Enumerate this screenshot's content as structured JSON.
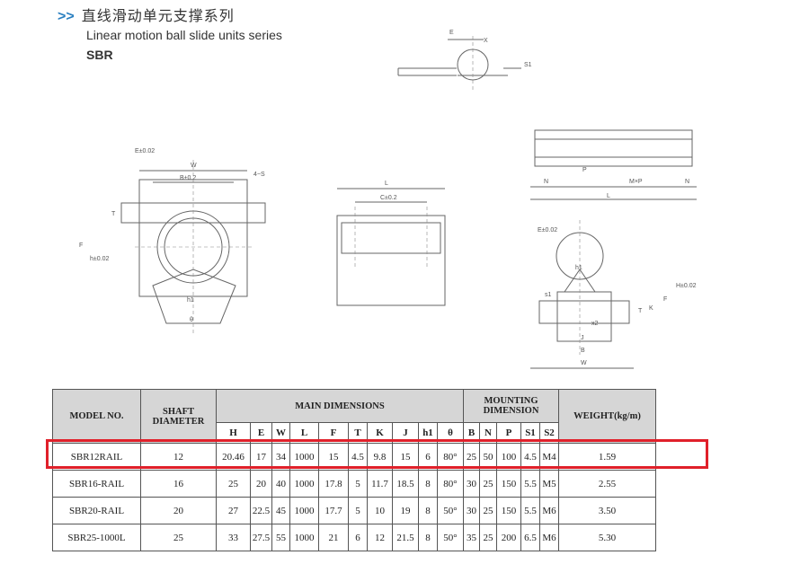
{
  "header": {
    "arrow": ">>",
    "title_cn": "直线滑动单元支撑系列",
    "title_en": "Linear motion ball slide units series",
    "model": "SBR"
  },
  "drawing_labels": {
    "top_e": "E",
    "top_x": "X",
    "top_s1": "S1",
    "front_e": "E±0.02",
    "front_w": "W",
    "front_b": "B±0.2",
    "front_4s": "4−S",
    "front_t": "T",
    "front_h": "h±0.02",
    "front_f": "F",
    "front_h1": "h1",
    "front_theta": "θ",
    "side_l": "L",
    "side_c": "C±0.2",
    "rail_p": "P",
    "rail_mxp": "M×P",
    "rail_n1": "N",
    "rail_n2": "N",
    "rail_l": "L",
    "rail_e": "E±0.02",
    "rail_h": "H±0.02",
    "rail_f": "F",
    "rail_k": "K",
    "rail_t": "T",
    "rail_s1": "s1",
    "rail_h1": "h1",
    "rail_x2": "x2",
    "rail_j": "J",
    "rail_b": "B",
    "rail_w": "W"
  },
  "table": {
    "headers": {
      "model": "MODEL NO.",
      "shaft": "SHAFT DIAMETER",
      "main": "MAIN DIMENSIONS",
      "mounting": "MOUNTING DIMENSION",
      "weight": "WEIGHT(kg/m)"
    },
    "sub_headers": [
      "H",
      "E",
      "W",
      "L",
      "F",
      "T",
      "K",
      "J",
      "h1",
      "θ",
      "B",
      "N",
      "P",
      "S1",
      "S2"
    ],
    "rows": [
      [
        "SBR12RAIL",
        "12",
        "20.46",
        "17",
        "34",
        "1000",
        "15",
        "4.5",
        "9.8",
        "15",
        "6",
        "80°",
        "25",
        "50",
        "100",
        "4.5",
        "M4",
        "1.59"
      ],
      [
        "SBR16-RAIL",
        "16",
        "25",
        "20",
        "40",
        "1000",
        "17.8",
        "5",
        "11.7",
        "18.5",
        "8",
        "80°",
        "30",
        "25",
        "150",
        "5.5",
        "M5",
        "2.55"
      ],
      [
        "SBR20-RAIL",
        "20",
        "27",
        "22.5",
        "45",
        "1000",
        "17.7",
        "5",
        "10",
        "19",
        "8",
        "50°",
        "30",
        "25",
        "150",
        "5.5",
        "M6",
        "3.50"
      ],
      [
        "SBR25-1000L",
        "25",
        "33",
        "27.5",
        "55",
        "1000",
        "21",
        "6",
        "12",
        "21.5",
        "8",
        "50°",
        "35",
        "25",
        "200",
        "6.5",
        "M6",
        "5.30"
      ]
    ],
    "highlight_color": "#e0202a"
  }
}
